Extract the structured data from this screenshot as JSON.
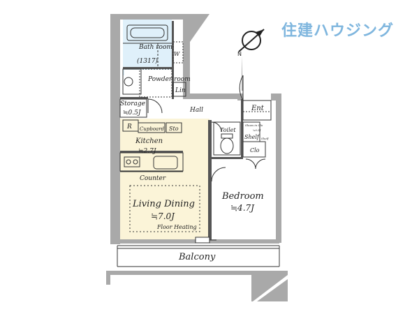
{
  "brand": {
    "text": "住建ハウジング",
    "color": "#7fb6de"
  },
  "compass": {
    "north_label": "N"
  },
  "colors": {
    "wall": "#a9a9a9",
    "floor_warm": "#fbf4d8",
    "wet_area": "#dff0fa",
    "line": "#333333"
  },
  "rooms": {
    "bath": {
      "name": "Bath room",
      "size": "(1317)"
    },
    "wash_machine": "W",
    "powder": "Powder room",
    "linen": "Lin",
    "storage": {
      "name": "Storage",
      "size": "≒0.5J"
    },
    "refrigerator": "R",
    "cupboard": "Cupboard",
    "sto": "Sto",
    "hall": "Hall",
    "entrance": "Ent",
    "toilet": "Toilet",
    "shoes_in_closet": "Shoes in Clo",
    "shoes_size": "≒0.5J",
    "shelf": "Shelf",
    "shelf_note": "Shelf",
    "closet": "Clo",
    "kitchen": {
      "name": "Kitchen",
      "size": "≒2.7J"
    },
    "counter": "Counter",
    "living_dining": {
      "name": "Living Dining",
      "size": "≒7.0J",
      "note": "Floor Heating"
    },
    "bedroom": {
      "name": "Bedroom",
      "size": "≒4.7J"
    },
    "balcony": "Balcony"
  }
}
